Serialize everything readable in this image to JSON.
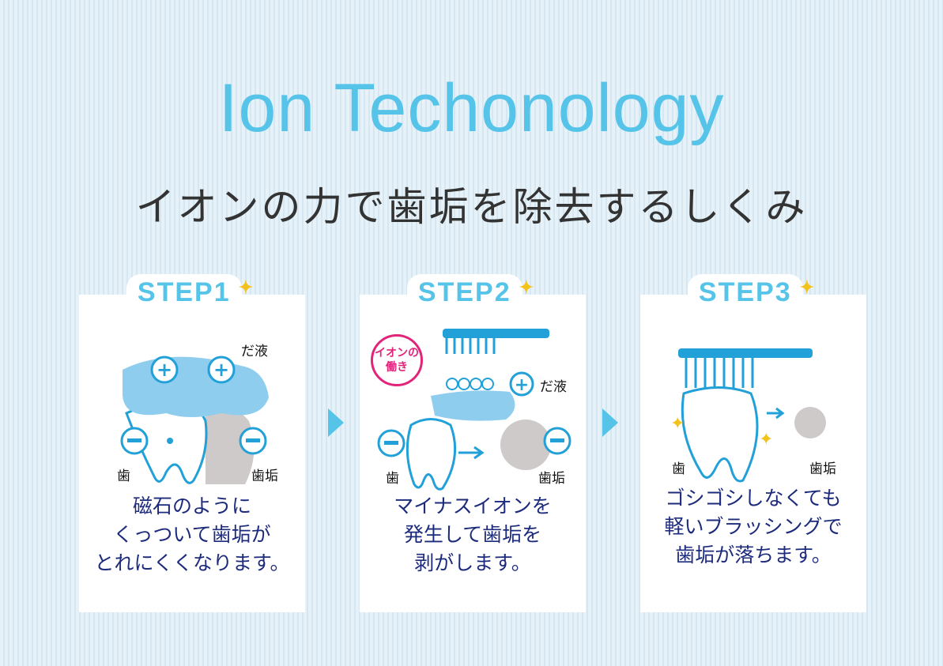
{
  "title": "Ion Techonology",
  "subtitle": "イオンの力で歯垢を除去するしくみ",
  "colors": {
    "accent": "#56c4e8",
    "text": "#1d2b7c",
    "ion_badge": "#e0257a",
    "sparkle": "#f3c21b"
  },
  "steps": [
    {
      "label": "STEP1",
      "desc": "磁石のように\nくっついて歯垢が\nとれにくくなります。",
      "labels": {
        "saliva": "だ液",
        "tooth": "歯",
        "plaque": "歯垢"
      }
    },
    {
      "label": "STEP2",
      "desc": "マイナスイオンを\n発生して歯垢を\n剥がします。",
      "badge": "イオンの\n働き",
      "labels": {
        "saliva": "だ液",
        "tooth": "歯",
        "plaque": "歯垢"
      }
    },
    {
      "label": "STEP3",
      "desc": "ゴシゴシしなくても\n軽いブラッシングで\n歯垢が落ちます。",
      "labels": {
        "tooth": "歯",
        "plaque": "歯垢"
      }
    }
  ]
}
